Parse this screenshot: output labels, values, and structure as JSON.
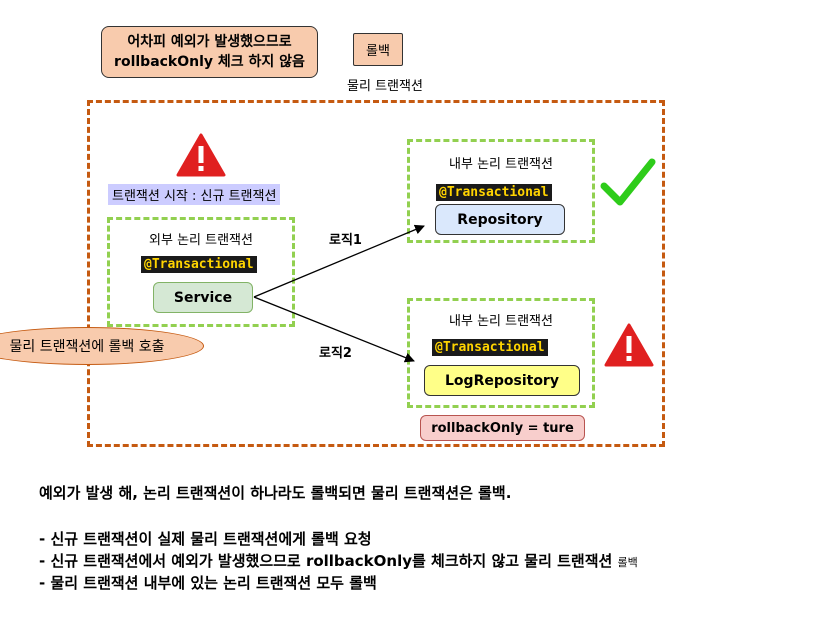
{
  "top_note": {
    "line1": "어차피 예외가 발생했으므로",
    "line2": "rollbackOnly 체크 하지 않음"
  },
  "rollback_box": "롤백",
  "physical_tx_label": "물리 트랜잭션",
  "start_annotation": "트랜잭션 시작 : 신규 트랜잭션",
  "outer_logical": {
    "label": "외부 논리 트랜잭션",
    "annotation": "@Transactional",
    "component": "Service"
  },
  "inner_logical_1": {
    "label": "내부 논리 트랜잭션",
    "annotation": "@Transactional",
    "component": "Repository"
  },
  "inner_logical_2": {
    "label": "내부 논리 트랜잭션",
    "annotation": "@Transactional",
    "component": "LogRepository"
  },
  "logic1": "로직1",
  "logic2": "로직2",
  "rollback_call": "물리 트랜잭션에 롤백 호출",
  "rollback_only_flag": "rollbackOnly = ture",
  "colors": {
    "outer_border": "#c55a11",
    "inner_border": "#92d050",
    "warning": "#e02020",
    "check": "#2ecc1a"
  },
  "summary": {
    "headline": "예외가 발생 해, 논리 트랜잭션이 하나라도 롤백되면 물리 트랜잭션은 롤백.",
    "bullet1": "- 신규 트랜잭션이 실제 물리 트랜잭션에게 롤백 요청",
    "bullet2": "- 신규 트랜잭션에서 예외가 발생했으므로 rollbackOnly를 체크하지 않고 물리 트랜잭션",
    "bullet2_small": "롤백",
    "bullet3": "- 물리 트랜잭션 내부에 있는 논리 트랜잭션 모두 롤백"
  }
}
